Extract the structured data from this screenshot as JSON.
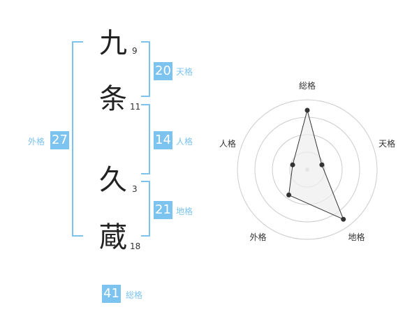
{
  "name_chars": [
    {
      "char": "九",
      "strokes": "9"
    },
    {
      "char": "条",
      "strokes": "11"
    },
    {
      "char": "久",
      "strokes": "3"
    },
    {
      "char": "蔵",
      "strokes": "18"
    }
  ],
  "fortunes": {
    "tenkaku": {
      "value": "20",
      "label": "天格"
    },
    "jinkaku": {
      "value": "14",
      "label": "人格"
    },
    "chikaku": {
      "value": "21",
      "label": "地格"
    },
    "gaikaku": {
      "value": "27",
      "label": "外格"
    },
    "soukaku": {
      "value": "41",
      "label": "総格"
    }
  },
  "chart_data": {
    "type": "radar",
    "axes": [
      "総格",
      "天格",
      "地格",
      "外格",
      "人格"
    ],
    "values": [
      0.85,
      0.22,
      0.88,
      0.45,
      0.22
    ],
    "rings": 4,
    "grid": true,
    "colors": {
      "grid": "#cccccc",
      "fill": "#eeeeee",
      "stroke": "#333333",
      "point": "#333333",
      "center": "#cccccc"
    }
  },
  "colors": {
    "accent": "#7cc4ef"
  }
}
